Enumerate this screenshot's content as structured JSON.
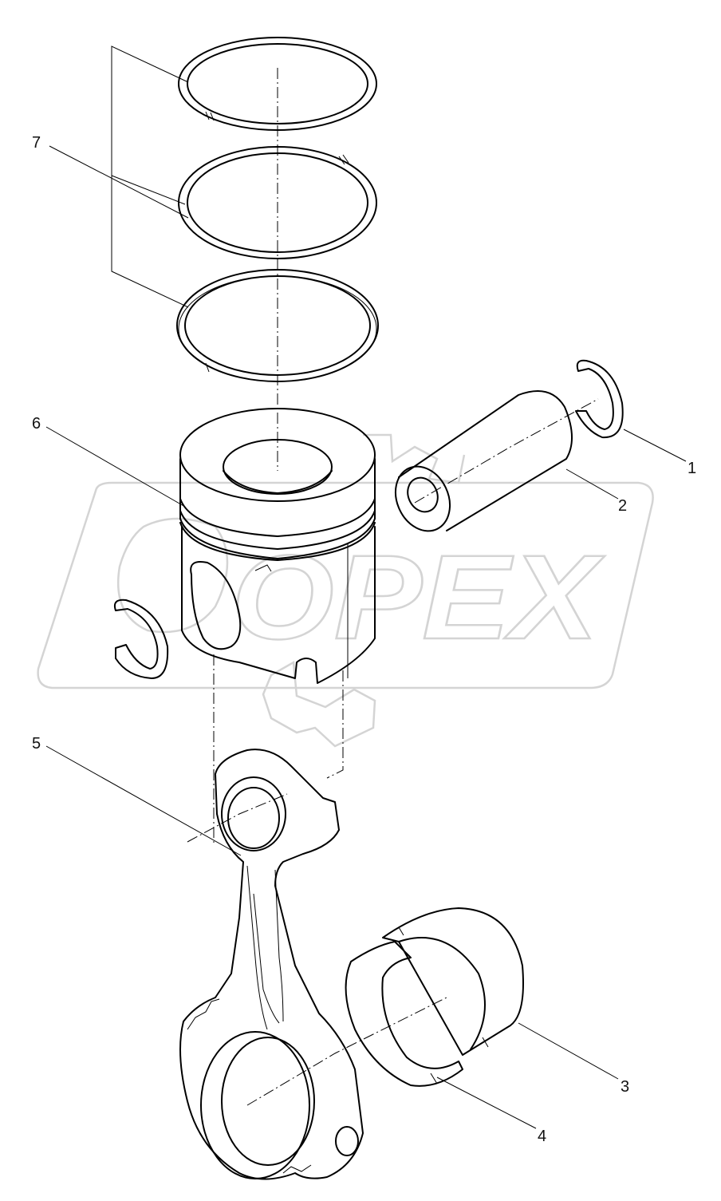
{
  "callouts": {
    "c1": "1",
    "c2": "2",
    "c3": "3",
    "c4": "4",
    "c5": "5",
    "c6": "6",
    "c7": "7"
  },
  "watermark": {
    "brand": "OPEX"
  },
  "colors": {
    "line": "#000000",
    "watermark": "#d4d4d4",
    "background": "#ffffff"
  }
}
